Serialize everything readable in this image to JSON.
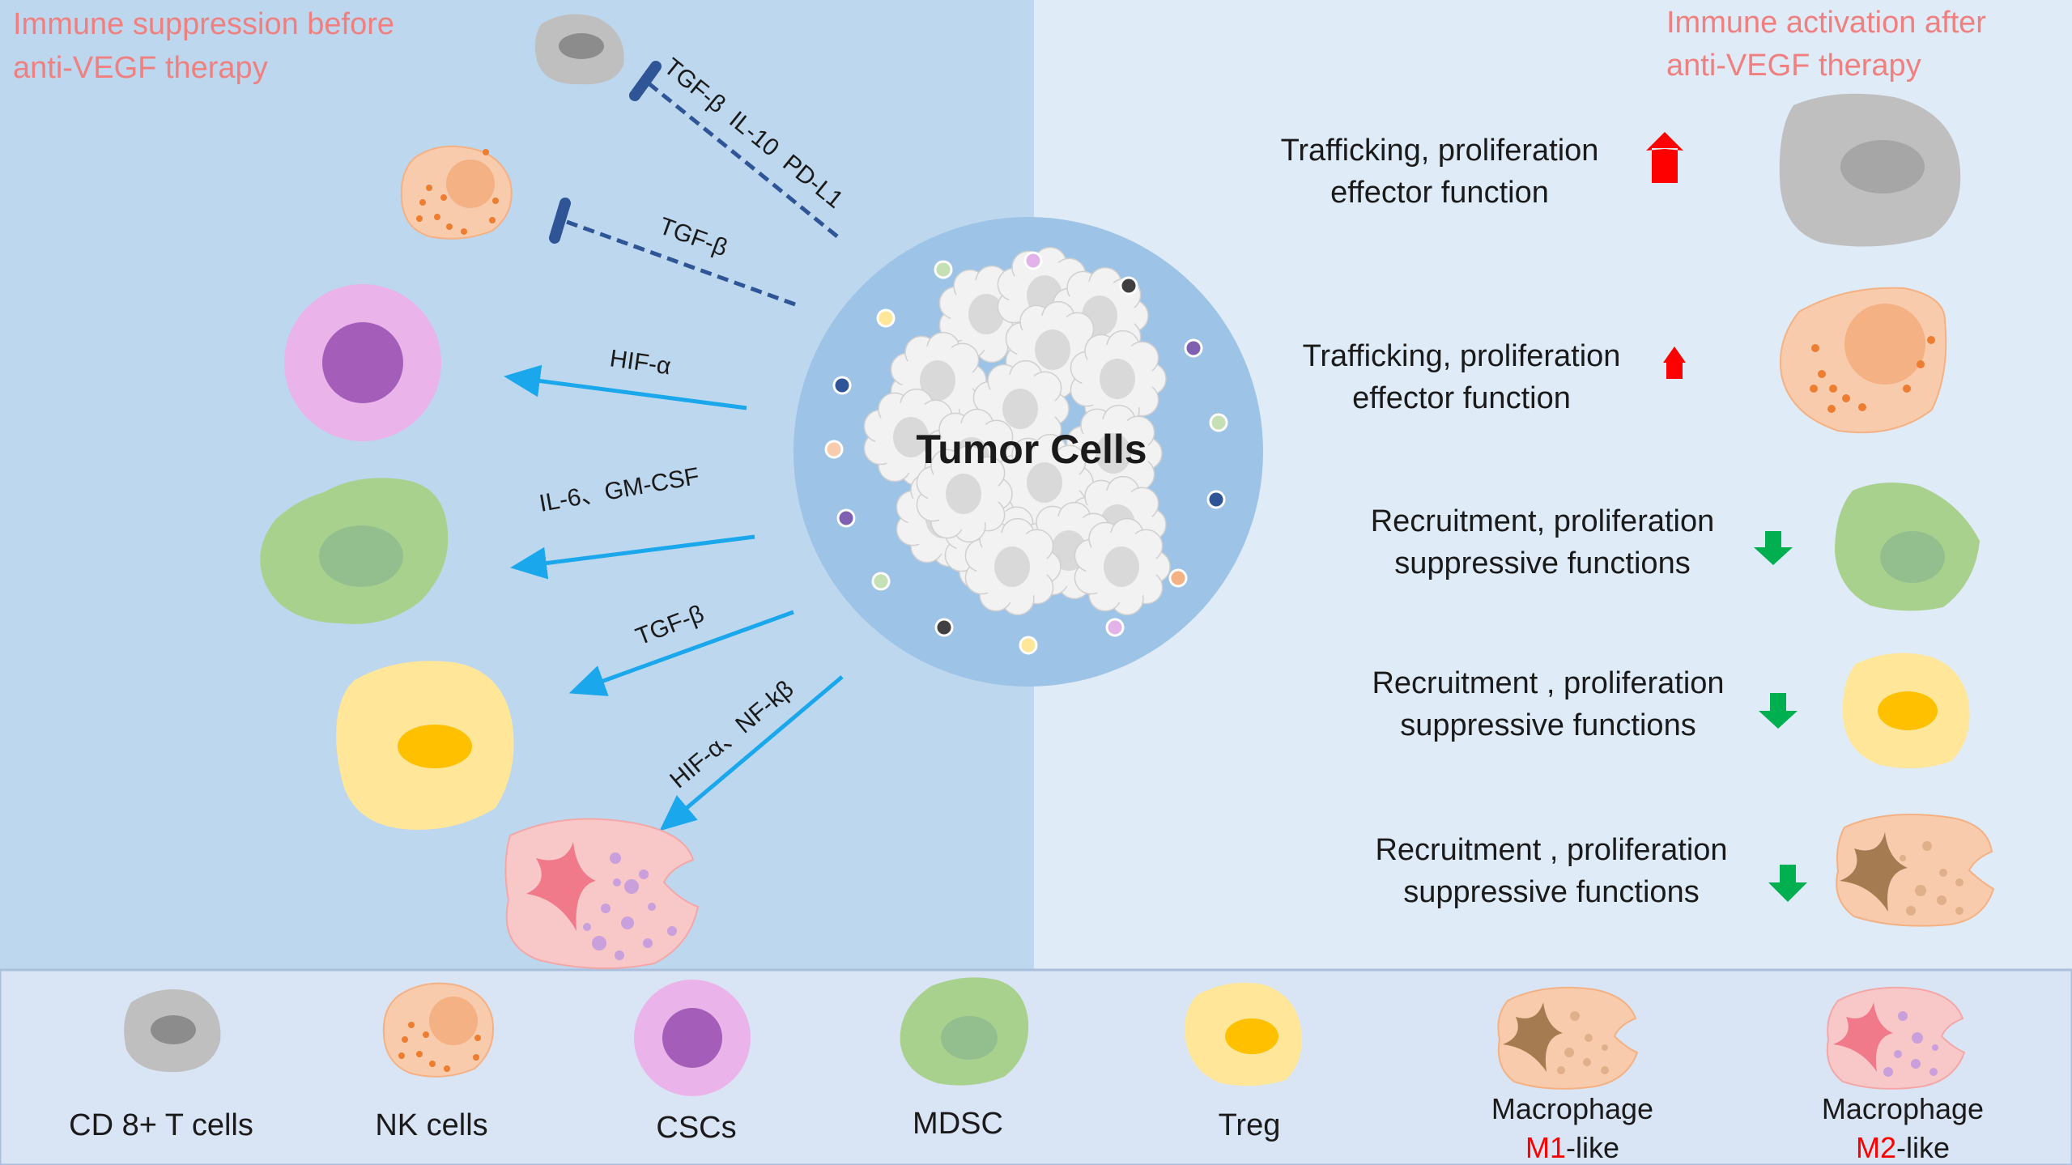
{
  "left_panel": {
    "title_line1": "Immune suppression before",
    "title_line2": "anti-VEGF therapy"
  },
  "right_panel": {
    "title_line1": "Immune activation after",
    "title_line2": "anti-VEGF therapy"
  },
  "tumor": {
    "label": "Tumor Cells"
  },
  "pathways": [
    {
      "label": "TGF-β  IL-10  PD-L1",
      "kind": "inhibit"
    },
    {
      "label": "TGF-β",
      "kind": "inhibit"
    },
    {
      "label": "HIF-α",
      "kind": "promote"
    },
    {
      "label": "IL-6、GM-CSF",
      "kind": "promote"
    },
    {
      "label": "TGF-β",
      "kind": "promote"
    },
    {
      "label": "HIF-α、NF-kβ",
      "kind": "promote"
    }
  ],
  "effects": [
    {
      "line1": "Trafficking, proliferation",
      "line2": "effector function",
      "direction": "up"
    },
    {
      "line1": "Trafficking, proliferation",
      "line2": "effector function",
      "direction": "up"
    },
    {
      "line1": "Recruitment, proliferation",
      "line2": "suppressive functions",
      "direction": "down"
    },
    {
      "line1": "Recruitment , proliferation",
      "line2": "suppressive functions",
      "direction": "down"
    },
    {
      "line1": "Recruitment , proliferation",
      "line2": "suppressive functions",
      "direction": "down"
    }
  ],
  "legend": [
    {
      "label": "CD 8+ T cells"
    },
    {
      "label": "NK cells"
    },
    {
      "label": "CSCs"
    },
    {
      "label": "MDSC"
    },
    {
      "label": "Treg"
    },
    {
      "label": "Macrophage",
      "sub_prefix": "M1",
      "sub_suffix": "-like"
    },
    {
      "label": "Macrophage",
      "sub_prefix": "M2",
      "sub_suffix": "-like"
    }
  ],
  "colors": {
    "left_bg": "#bdd7ee",
    "right_bg": "#dfebf7",
    "legend_bg": "#d9e4f4",
    "title_text": "#f08080",
    "activate_arrow": "#ff0000",
    "suppress_arrow": "#00b050",
    "pathway_arrow": "#1aa7ec",
    "inhibit_line": "#2f5597",
    "highlight_label": "#ff0000"
  }
}
